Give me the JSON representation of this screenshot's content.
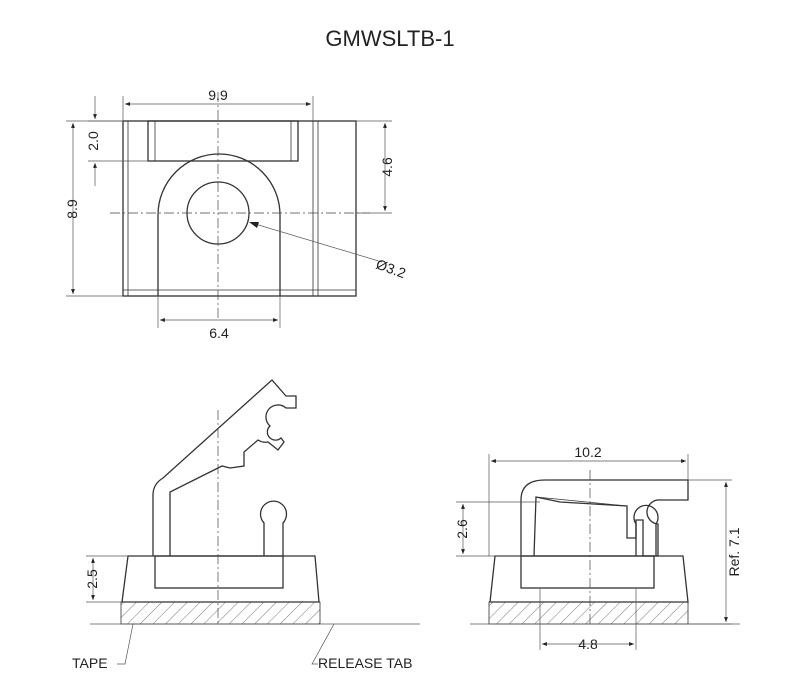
{
  "title": "GMWSLTB-1",
  "dimensions": {
    "top_width": "9.9",
    "top_slot_depth": "2.0",
    "top_hole_height": "4.6",
    "top_total_height": "8.9",
    "hole_diameter": "Ø3.2",
    "bottom_tab_width": "6.4",
    "front_base_height": "2.5",
    "side_length": "10.2",
    "side_jaw_height": "2.6",
    "side_ref_height": "Ref. 7.1",
    "side_base_width": "4.8"
  },
  "labels": {
    "tape": "TAPE",
    "release_tab": "RELEASE TAB"
  }
}
